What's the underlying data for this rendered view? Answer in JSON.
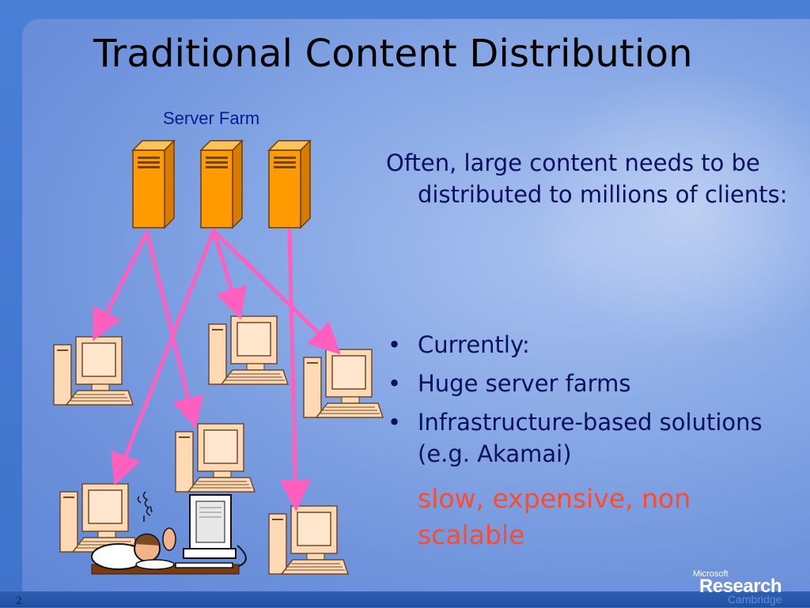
{
  "slide": {
    "title": "Traditional Content Distribution",
    "page_number": "2"
  },
  "diagram": {
    "server_farm_label": "Server Farm",
    "servers": [
      {
        "icon": "server-tower-icon"
      },
      {
        "icon": "server-tower-icon"
      },
      {
        "icon": "server-tower-icon"
      }
    ],
    "clients": [
      {
        "icon": "desktop-computer-icon"
      },
      {
        "icon": "desktop-computer-icon"
      },
      {
        "icon": "desktop-computer-icon"
      },
      {
        "icon": "desktop-computer-icon"
      },
      {
        "icon": "desktop-computer-icon"
      },
      {
        "icon": "desktop-computer-icon"
      }
    ],
    "frustrated_user": {
      "icon": "frustrated-user-clipart-icon"
    },
    "arrow_color": "#ff5fbf"
  },
  "content": {
    "intro": "Often, large content needs to be distributed to millions of clients:",
    "bullets": [
      "Currently:",
      "Huge server farms",
      "Infrastructure-based solutions (e.g. Akamai)"
    ],
    "highlight": "slow, expensive, non scalable"
  },
  "logo": {
    "microsoft": "Microsoft",
    "research": "Research",
    "cambridge": "Cambridge"
  },
  "colors": {
    "background": "#3a6fc8",
    "title_text": "#000000",
    "body_text": "#0a0f60",
    "highlight_text": "#ff4a2c",
    "server_orange": "#ff9a00",
    "client_beige": "#ffd9b3"
  }
}
